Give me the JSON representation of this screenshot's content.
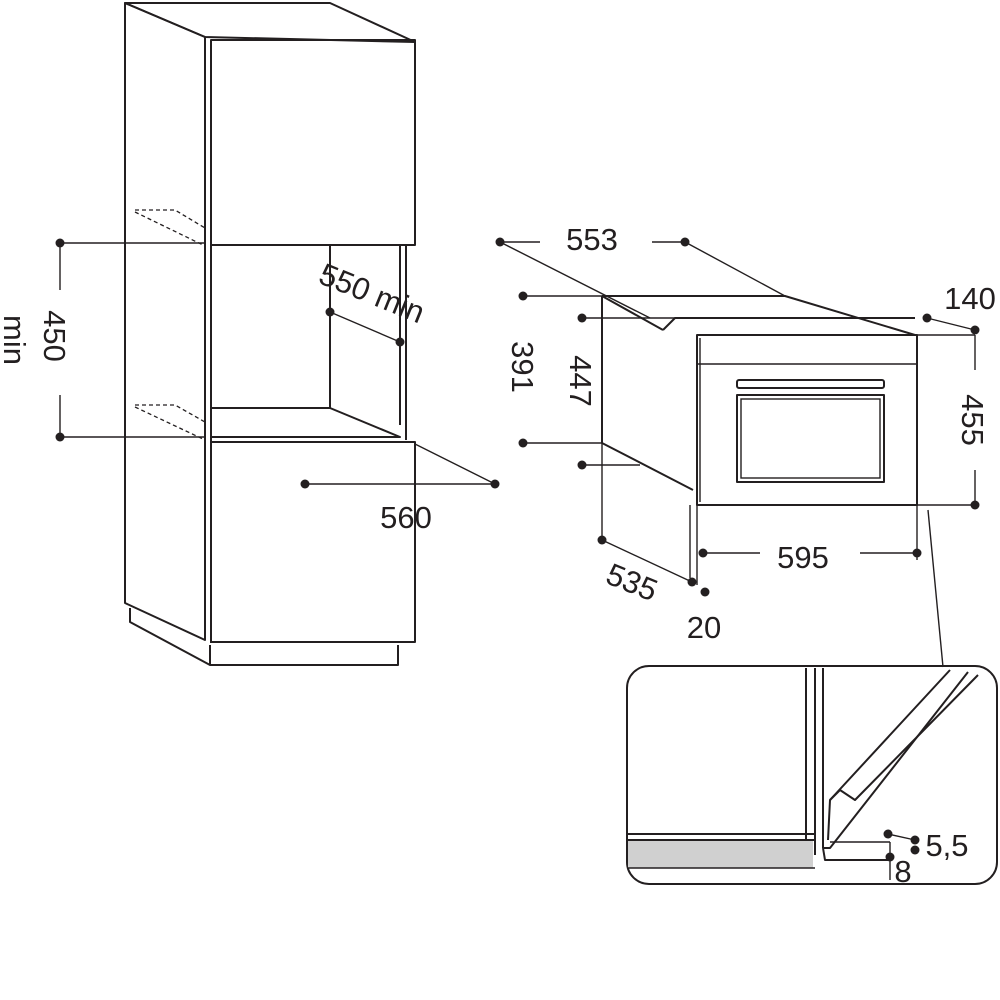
{
  "diagram": {
    "stroke_color": "#231f20",
    "background": "#ffffff",
    "seal_fill": "#d0d0d0"
  },
  "dimensions": {
    "cabinet_niche_height": "450",
    "cabinet_min_label": "min",
    "cabinet_depth_min": "550 min",
    "cabinet_width": "560",
    "oven_top_depth": "553",
    "oven_panel_depth": "140",
    "oven_body_height": "391",
    "oven_front_height": "447",
    "oven_total_height": "455",
    "oven_width": "595",
    "oven_depth": "535",
    "oven_panel_thickness": "20",
    "detail_gap_a": "5,5",
    "detail_gap_b": "8"
  }
}
